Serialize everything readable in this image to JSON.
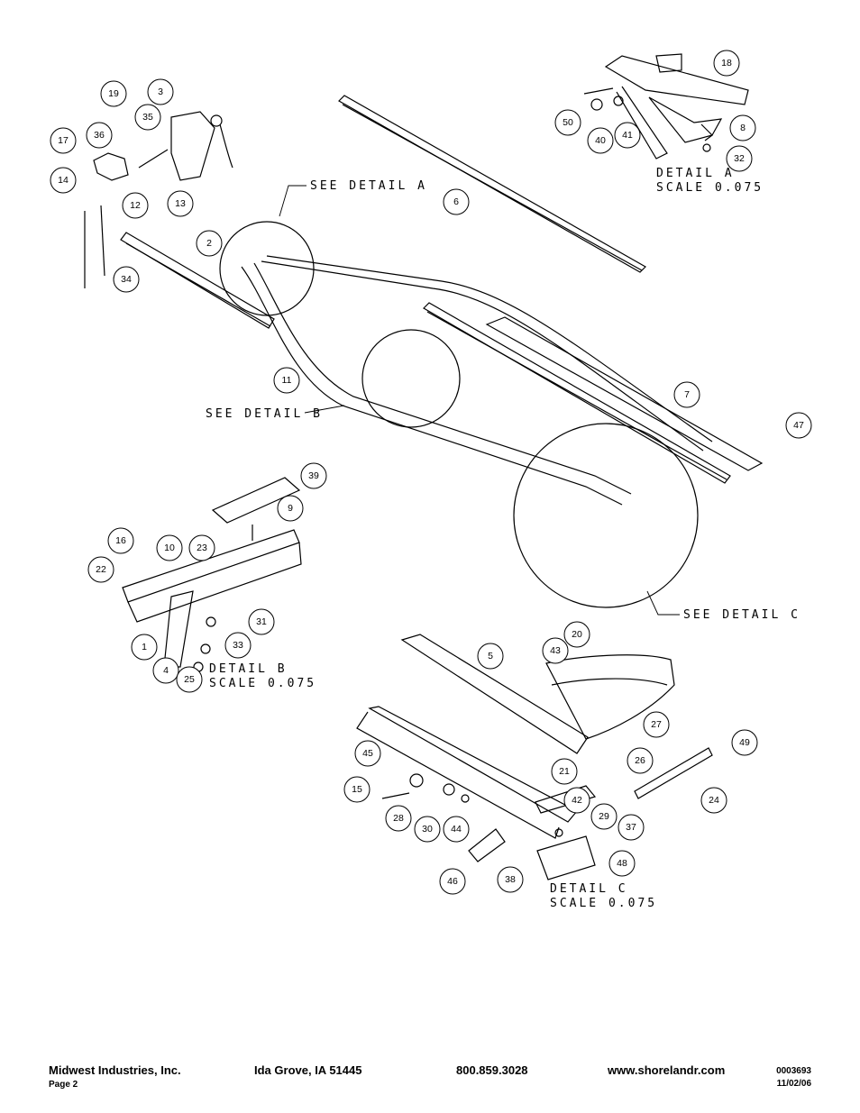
{
  "diagram": {
    "labels": {
      "see_detail_a": "SEE DETAIL A",
      "see_detail_b": "SEE DETAIL B",
      "see_detail_c": "SEE DETAIL C"
    },
    "details": {
      "a": {
        "title": "DETAIL A",
        "scale": "SCALE 0.075"
      },
      "b": {
        "title": "DETAIL B",
        "scale": "SCALE 0.075"
      },
      "c": {
        "title": "DETAIL C",
        "scale": "SCALE 0.075"
      }
    },
    "callouts": [
      "1",
      "2",
      "3",
      "4",
      "5",
      "6",
      "7",
      "8",
      "9",
      "10",
      "11",
      "12",
      "13",
      "14",
      "15",
      "16",
      "17",
      "18",
      "19",
      "20",
      "21",
      "22",
      "23",
      "24",
      "25",
      "26",
      "27",
      "28",
      "29",
      "30",
      "31",
      "32",
      "33",
      "34",
      "35",
      "36",
      "37",
      "38",
      "39",
      "40",
      "41",
      "42",
      "43",
      "44",
      "45",
      "46",
      "47",
      "48",
      "49",
      "50"
    ]
  },
  "footer": {
    "company": "Midwest Industries, Inc.",
    "page": "Page 2",
    "city": "Ida Grove, IA  51445",
    "phone": "800.859.3028",
    "website": "www.shorelandr.com",
    "doc_number": "0003693",
    "date": "11/02/06"
  }
}
